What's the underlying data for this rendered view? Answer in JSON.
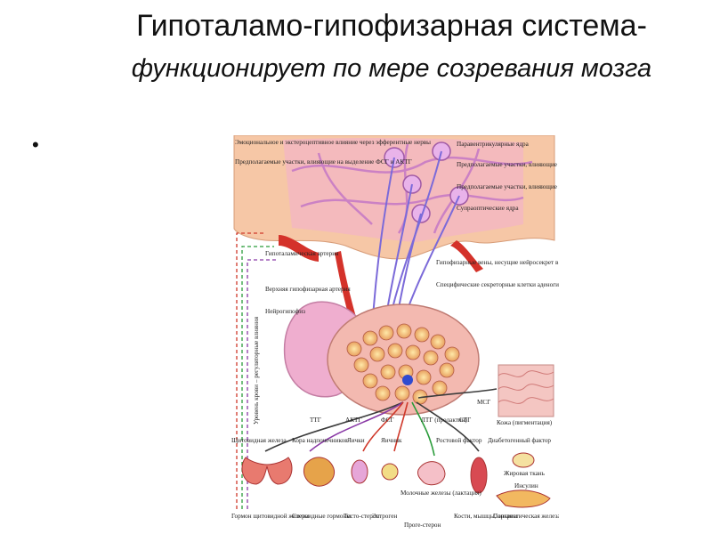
{
  "slide": {
    "title_main": "Гипоталамо-гипофизарная система",
    "title_dash": "- ",
    "title_rest": "функционирует по мере созревания мозга",
    "bullet": "•"
  },
  "diagram": {
    "labels": {
      "emotional": "Эмоциональное и экстероцептивное влияние через эфферентные нервы",
      "fsh_acth_sites": "Предполагаемые участки, влияющие на выделение ФСГ и АКТГ",
      "paraventricular": "Паравентрикулярные ядра",
      "stg_sites": "Предполагаемые участки, влияющие на выделение СТГ",
      "lg_sites": "Предполагаемые участки, влияющие на выделение ЛГ",
      "supraoptic": "Супраоптические ядра",
      "hypothalamic_artery": "Гипоталамическая артерия",
      "superior_hypophyseal": "Верхняя гипофизарная артерия",
      "neurohypophysis": "Нейрогипофиз",
      "portal_veins": "Гипофизарные вены, несущие нейросекрет в аденогипофиз",
      "specific_cells": "Специфические секреторные клетки аденогипофиза находятся под влиянием нейросекреции гипоталамуса",
      "blood_level": "Уровень крови – регуляторные влияния",
      "msg": "МСГ",
      "skin": "Кожа (пигментация)",
      "ttg": "ТТГ",
      "actg": "АКТГ",
      "fsg": "ФСГ",
      "ltg": "ЛТГ (пролактин)",
      "stg": "СТГ",
      "thyroid": "Щитовидная железа",
      "adrenal_cortex": "Кора надпочечников",
      "testes": "Яички",
      "ovary": "Яичник",
      "growth_factor": "Ростовой фактор",
      "diabetogenic": "Диабетогенный фактор",
      "fat_tissue": "Жировая ткань",
      "insulin": "Инсулин",
      "mammary": "Молочные железы (лактация)",
      "thyroid_hormone": "Гормон щитовидной железы",
      "steroid": "Стероидные гормоны",
      "testosterone": "Тесто-стерон",
      "estrogen": "Эстроген",
      "progesterone": "Проге-стерон",
      "bones": "Кости, мышцы, органы",
      "pancreas": "Панкреатическая железа"
    }
  }
}
